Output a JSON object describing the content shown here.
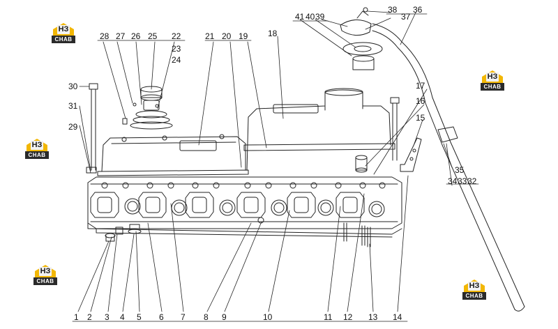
{
  "logos": [
    {
      "mark": "НЗ",
      "brand": "CHAB",
      "accent": "#f2b705"
    },
    {
      "mark": "НЗ",
      "brand": "CHAB",
      "accent": "#f2b705"
    },
    {
      "mark": "НЗ",
      "brand": "CHAB",
      "accent": "#f2b705"
    },
    {
      "mark": "НЗ",
      "brand": "CHAB",
      "accent": "#f2b705"
    },
    {
      "mark": "НЗ",
      "brand": "CHAB",
      "accent": "#f2b705"
    }
  ],
  "callouts": {
    "n1": "1",
    "n2": "2",
    "n3": "3",
    "n4": "4",
    "n5": "5",
    "n6": "6",
    "n7": "7",
    "n8": "8",
    "n9": "9",
    "n10": "10",
    "n11": "11",
    "n12": "12",
    "n13": "13",
    "n14": "14",
    "n15": "15",
    "n16": "16",
    "n17": "17",
    "n18": "18",
    "n19": "19",
    "n20": "20",
    "n21": "21",
    "n22": "22",
    "n23": "23",
    "n24": "24",
    "n25": "25",
    "n26": "26",
    "n27": "27",
    "n28": "28",
    "n29": "29",
    "n30": "30",
    "n31": "31",
    "n32": "32",
    "n33": "33",
    "n34": "34",
    "n35": "35",
    "n36": "36",
    "n37": "37",
    "n38": "38",
    "n39": "39",
    "n40": "40",
    "n41": "41"
  },
  "colors": {
    "line": "#222222",
    "background": "#ffffff",
    "logo_accent": "#f2b705",
    "logo_dark": "#2a2a2a"
  }
}
